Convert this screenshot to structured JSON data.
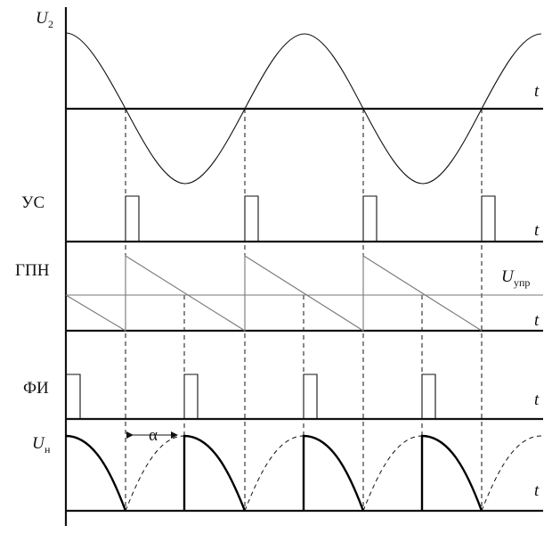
{
  "labels": {
    "u2_main": "U",
    "u2_sub": "2",
    "us": "УС",
    "gpn": "ГПН",
    "uupr_main": "U",
    "uupr_sub": "упр",
    "fi": "ФИ",
    "un_main": "U",
    "un_sub": "н",
    "t": "t",
    "alpha": "α"
  }
}
